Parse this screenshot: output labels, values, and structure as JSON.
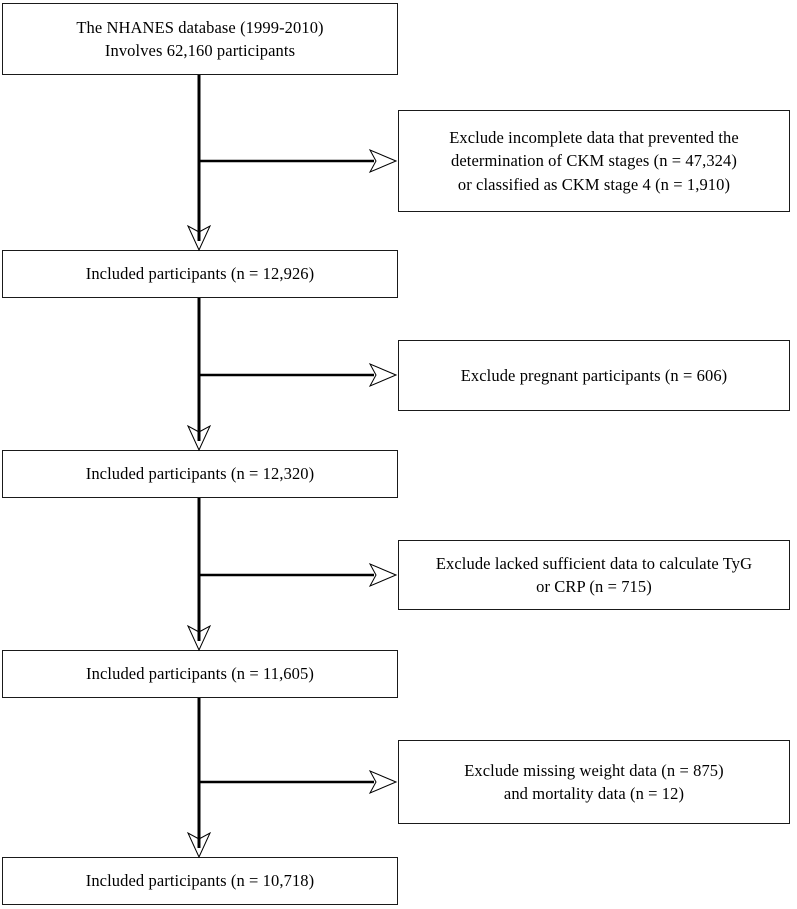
{
  "chart_data": {
    "type": "diagram",
    "title": "NHANES participant selection flowchart",
    "layout": "vertical CONSORT-style flow with right-side exclusion branches",
    "nodes": [
      {
        "id": "source",
        "kind": "included",
        "text": "The NHANES database (1999-2010)\nInvolves 62,160 participants",
        "n": 62160
      },
      {
        "id": "excl1",
        "kind": "exclusion",
        "text": "Exclude incomplete data that prevented the\ndetermination of CKM stages (n = 47,324)\nor classified as CKM stage 4 (n = 1,910)",
        "n": [
          47324,
          1910
        ]
      },
      {
        "id": "included1",
        "kind": "included",
        "text": "Included participants (n = 12,926)",
        "n": 12926
      },
      {
        "id": "excl2",
        "kind": "exclusion",
        "text": "Exclude pregnant participants (n = 606)",
        "n": [
          606
        ]
      },
      {
        "id": "included2",
        "kind": "included",
        "text": "Included participants (n = 12,320)",
        "n": 12320
      },
      {
        "id": "excl3",
        "kind": "exclusion",
        "text": "Exclude lacked sufficient data to calculate TyG\nor CRP (n = 715)",
        "n": [
          715
        ]
      },
      {
        "id": "included3",
        "kind": "included",
        "text": "Included participants (n = 11,605)",
        "n": 11605
      },
      {
        "id": "excl4",
        "kind": "exclusion",
        "text": "Exclude missing weight data (n = 875)\nand mortality data (n = 12)",
        "n": [
          875,
          12
        ]
      },
      {
        "id": "included4",
        "kind": "included",
        "text": "Included participants (n = 10,718)",
        "n": 10718
      }
    ],
    "edges": [
      {
        "from": "source",
        "to": "excl1",
        "direction": "right"
      },
      {
        "from": "source",
        "to": "included1",
        "direction": "down"
      },
      {
        "from": "included1",
        "to": "excl2",
        "direction": "right"
      },
      {
        "from": "included1",
        "to": "included2",
        "direction": "down"
      },
      {
        "from": "included2",
        "to": "excl3",
        "direction": "right"
      },
      {
        "from": "included2",
        "to": "included3",
        "direction": "down"
      },
      {
        "from": "included3",
        "to": "excl4",
        "direction": "right"
      },
      {
        "from": "included3",
        "to": "included4",
        "direction": "down"
      }
    ],
    "colors": {
      "border": "#1a1a1a",
      "arrow": "#000000",
      "background": "#ffffff",
      "text": "#000000"
    }
  },
  "boxes": {
    "source": "The NHANES database (1999-2010)\nInvolves 62,160 participants",
    "exclude_1": "Exclude incomplete data that prevented the\ndetermination of CKM stages (n = 47,324)\nor classified as CKM stage 4 (n = 1,910)",
    "included_1": "Included participants (n = 12,926)",
    "exclude_2": "Exclude pregnant participants (n = 606)",
    "included_2": "Included participants (n = 12,320)",
    "exclude_3": "Exclude lacked sufficient data to calculate TyG\nor CRP (n = 715)",
    "included_3": "Included participants (n = 11,605)",
    "exclude_4": "Exclude missing weight data (n = 875)\nand mortality data (n = 12)",
    "included_4": "Included participants (n = 10,718)"
  }
}
